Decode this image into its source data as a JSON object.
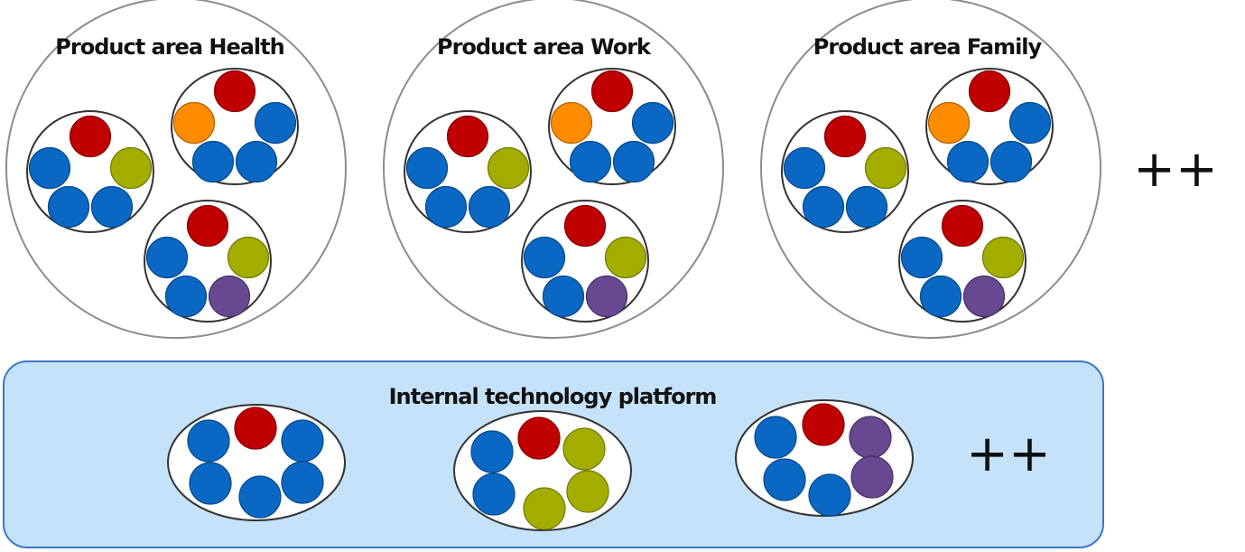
{
  "colors": {
    "blue": "#0a68c4",
    "red": "#c00000",
    "olive": "#a3ad00",
    "orange": "#ff8c00",
    "purple": "#674891",
    "platform_fill": "#c5e2fb",
    "platform_border": "#3a78c2"
  },
  "product_areas": [
    {
      "title": "Product area Health",
      "teams": [
        {
          "members": [
            "red",
            "blue",
            "olive",
            "blue",
            "blue"
          ]
        },
        {
          "members": [
            "red",
            "orange",
            "blue",
            "blue",
            "blue"
          ]
        },
        {
          "members": [
            "red",
            "blue",
            "olive",
            "blue",
            "purple"
          ]
        }
      ]
    },
    {
      "title": "Product area Work",
      "teams": [
        {
          "members": [
            "red",
            "blue",
            "olive",
            "blue",
            "blue"
          ]
        },
        {
          "members": [
            "red",
            "orange",
            "blue",
            "blue",
            "blue"
          ]
        },
        {
          "members": [
            "red",
            "blue",
            "olive",
            "blue",
            "purple"
          ]
        }
      ]
    },
    {
      "title": "Product area Family",
      "teams": [
        {
          "members": [
            "red",
            "blue",
            "olive",
            "blue",
            "blue"
          ]
        },
        {
          "members": [
            "red",
            "orange",
            "blue",
            "blue",
            "blue"
          ]
        },
        {
          "members": [
            "red",
            "blue",
            "olive",
            "blue",
            "purple"
          ]
        }
      ]
    }
  ],
  "more_areas_label": "++",
  "platform": {
    "title": "Internal technology platform",
    "teams": [
      {
        "members": [
          "red",
          "blue",
          "blue",
          "blue",
          "blue",
          "blue"
        ]
      },
      {
        "members": [
          "red",
          "blue",
          "olive",
          "blue",
          "olive",
          "olive"
        ]
      },
      {
        "members": [
          "red",
          "blue",
          "purple",
          "blue",
          "purple",
          "blue"
        ]
      }
    ],
    "more_teams_label": "++"
  }
}
